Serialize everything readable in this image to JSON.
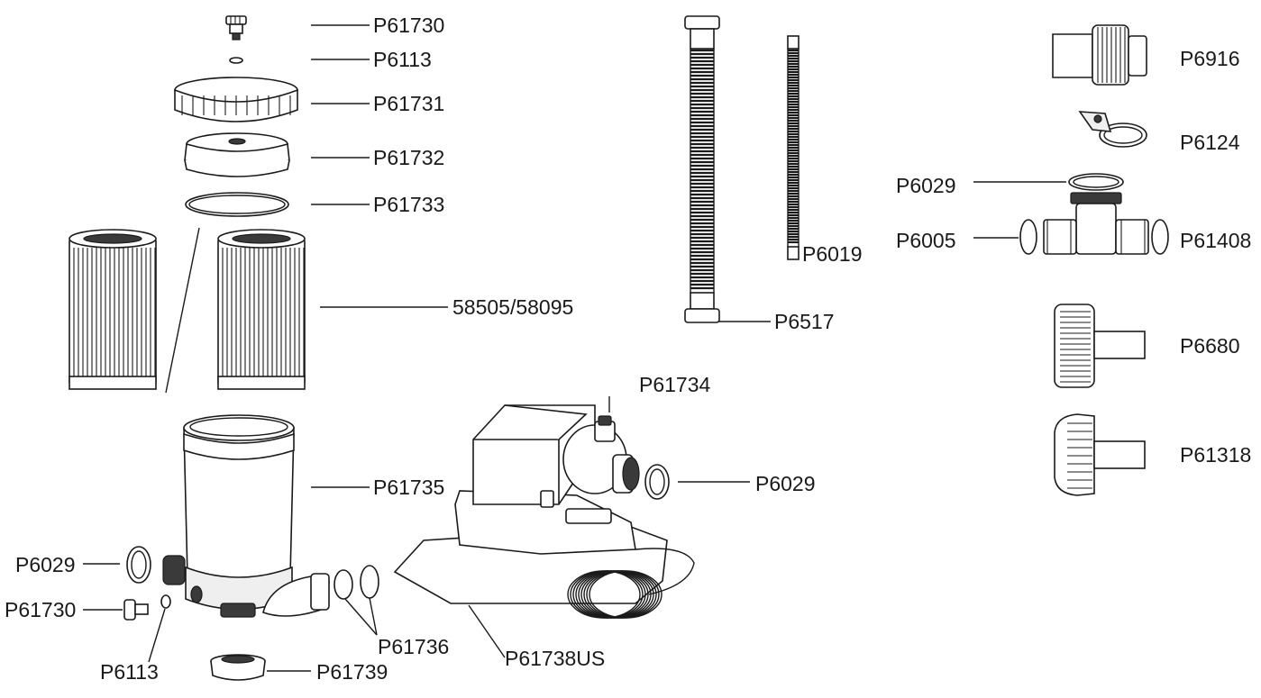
{
  "diagram": {
    "labels": {
      "cap_screw_top": "P61730",
      "oring_small_top": "P6113",
      "lock_ring": "P61731",
      "lid": "P61732",
      "lid_oring": "P61733",
      "cartridge": "58505/58095",
      "housing": "P61735",
      "air_release": "P61734",
      "pump_oring": "P6029",
      "housing_oring_left": "P6029",
      "drain_plug": "P61730",
      "drain_oring": "P6113",
      "elbow_orings": "P61736",
      "drain_cap": "P61739",
      "pump_motor": "P61738US",
      "hose_large": "P6517",
      "hose_small": "P6019",
      "adapter": "P6916",
      "hose_clamp": "P6124",
      "valve_oring_top": "P6029",
      "valve_side_oring": "P6005",
      "plunger_valve": "P61408",
      "strainer_outlet": "P6680",
      "strainer_inlet": "P61318"
    }
  }
}
